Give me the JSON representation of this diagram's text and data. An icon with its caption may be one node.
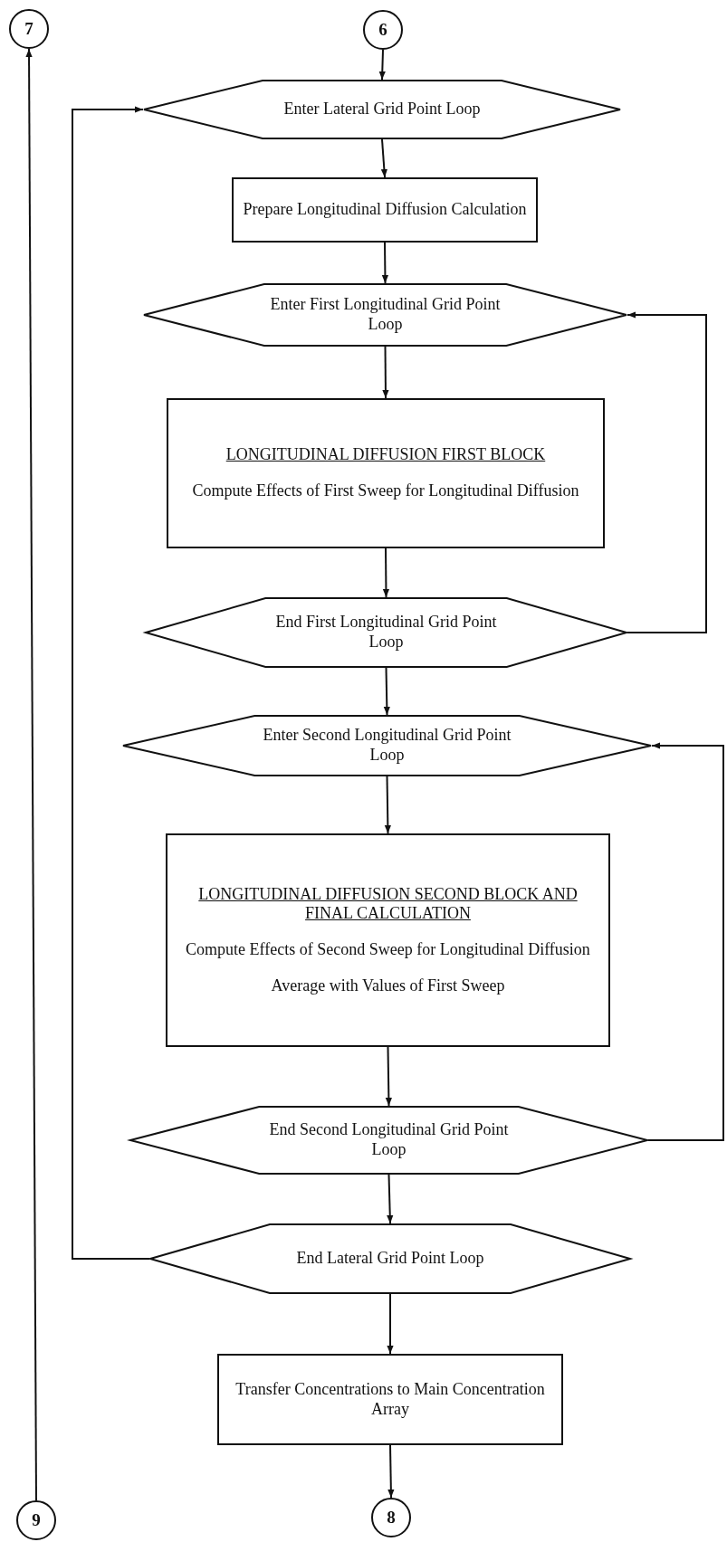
{
  "diagram": {
    "nodes": [
      {
        "text": [
          "7"
        ]
      },
      {
        "text": [
          "6"
        ]
      },
      {
        "text": [
          "Enter Lateral Grid Point Loop"
        ]
      },
      {
        "text": [
          "Prepare Longitudinal Diffusion Calculation"
        ]
      },
      {
        "text": [
          "Enter First Longitudinal Grid Point Loop"
        ]
      },
      {
        "text": [
          "LONGITUDINAL DIFFUSION FIRST BLOCK",
          "Compute Effects of First Sweep for Longitudinal Diffusion"
        ]
      },
      {
        "text": [
          "End First Longitudinal Grid Point Loop"
        ]
      },
      {
        "text": [
          "Enter Second Longitudinal Grid Point Loop"
        ]
      },
      {
        "text": [
          "LONGITUDINAL DIFFUSION SECOND BLOCK AND FINAL CALCULATION",
          "Compute Effects of Second Sweep for Longitudinal Diffusion",
          "Average with Values of First Sweep"
        ]
      },
      {
        "text": [
          "End Second Longitudinal Grid Point Loop"
        ]
      },
      {
        "text": [
          "End Lateral Grid Point Loop"
        ]
      },
      {
        "text": [
          "Transfer Concentrations to Main Concentration Array"
        ]
      },
      {
        "text": [
          "8"
        ]
      },
      {
        "text": [
          "9"
        ]
      }
    ],
    "edges": [
      {
        "from": 1,
        "to": 2,
        "arrow": "to"
      },
      {
        "from": 2,
        "to": 3,
        "arrow": "to"
      },
      {
        "from": 3,
        "to": 4,
        "arrow": "to"
      },
      {
        "from": 4,
        "to": 5,
        "arrow": "to"
      },
      {
        "from": 5,
        "to": 6,
        "arrow": "to"
      },
      {
        "from": 6,
        "to": 4,
        "arrow": "to"
      },
      {
        "from": 6,
        "to": 7,
        "arrow": "to"
      },
      {
        "from": 7,
        "to": 8,
        "arrow": "to"
      },
      {
        "from": 8,
        "to": 9,
        "arrow": "to"
      },
      {
        "from": 9,
        "to": 7,
        "arrow": "to"
      },
      {
        "from": 9,
        "to": 10,
        "arrow": "to"
      },
      {
        "from": 10,
        "to": 2,
        "arrow": "to"
      },
      {
        "from": 10,
        "to": 11,
        "arrow": "to"
      },
      {
        "from": 11,
        "to": 12,
        "arrow": "to"
      },
      {
        "from": 13,
        "to": 0,
        "arrow": "to"
      }
    ]
  }
}
